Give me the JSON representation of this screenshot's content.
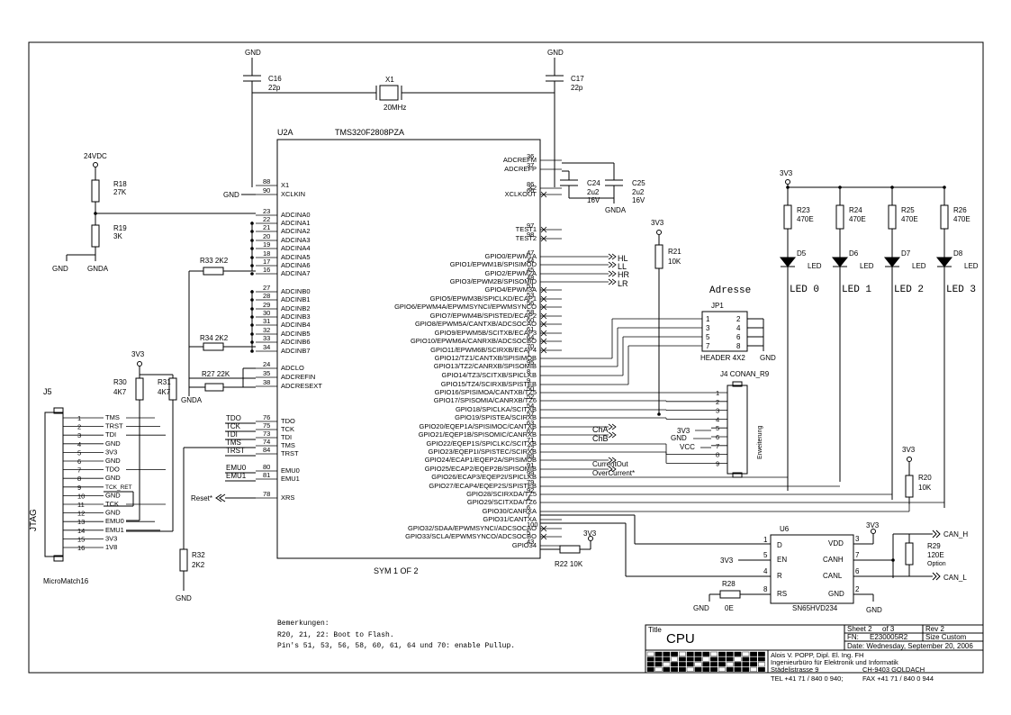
{
  "chip": {
    "ref": "U2A",
    "part": "TMS320F2808PZA",
    "sym": "SYM 1 OF 2",
    "left_pins": [
      {
        "num": "88",
        "name": "X1"
      },
      {
        "num": "90",
        "name": "XCLKIN"
      },
      {
        "num": "23",
        "name": "ADCINA0"
      },
      {
        "num": "22",
        "name": "ADCINA1"
      },
      {
        "num": "21",
        "name": "ADCINA2"
      },
      {
        "num": "20",
        "name": "ADCINA3"
      },
      {
        "num": "19",
        "name": "ADCINA4"
      },
      {
        "num": "18",
        "name": "ADCINA5"
      },
      {
        "num": "17",
        "name": "ADCINA6"
      },
      {
        "num": "16",
        "name": "ADCINA7"
      },
      {
        "num": "27",
        "name": "ADCINB0"
      },
      {
        "num": "28",
        "name": "ADCINB1"
      },
      {
        "num": "29",
        "name": "ADCINB2"
      },
      {
        "num": "30",
        "name": "ADCINB3"
      },
      {
        "num": "31",
        "name": "ADCINB4"
      },
      {
        "num": "32",
        "name": "ADCINB5"
      },
      {
        "num": "33",
        "name": "ADCINB6"
      },
      {
        "num": "34",
        "name": "ADCINB7"
      },
      {
        "num": "24",
        "name": "ADCLO"
      },
      {
        "num": "35",
        "name": "ADCREFIN"
      },
      {
        "num": "38",
        "name": "ADCRESEXT"
      },
      {
        "num": "76",
        "name": "TDO"
      },
      {
        "num": "75",
        "name": "TCK"
      },
      {
        "num": "73",
        "name": "TDI"
      },
      {
        "num": "74",
        "name": "TMS"
      },
      {
        "num": "84",
        "name": "TRST"
      },
      {
        "num": "80",
        "name": "EMU0"
      },
      {
        "num": "81",
        "name": "EMU1"
      },
      {
        "num": "78",
        "name": "XRS"
      }
    ],
    "right_pins": [
      {
        "num": "36",
        "name": "ADCREFM"
      },
      {
        "num": "37",
        "name": "ADCREFP"
      },
      {
        "num": "86",
        "name": "X2"
      },
      {
        "num": "66",
        "name": "XCLKOUT"
      },
      {
        "num": "97",
        "name": "TEST1"
      },
      {
        "num": "98",
        "name": "TEST2"
      },
      {
        "num": "47",
        "name": "GPIO0/EPWM1A"
      },
      {
        "num": "44",
        "name": "GPIO1/EPWM1B/SPISIMOD"
      },
      {
        "num": "45",
        "name": "GPIO2/EPWM2A"
      },
      {
        "num": "48",
        "name": "GPIO3/EPWM2B/SPISOMID"
      },
      {
        "num": "51",
        "name": "GPIO4/EPWM3A"
      },
      {
        "num": "53",
        "name": "GPIO5/EPWM3B/SPICLKD/ECAP1"
      },
      {
        "num": "56",
        "name": "GPIO6/EPWM4A/EPWMSYNCI/EPWMSYNCO"
      },
      {
        "num": "58",
        "name": "GPIO7/EPWM4B/SPISTED/ECAP2"
      },
      {
        "num": "60",
        "name": "GPIO8/EPWM5A/CANTXB/ADCSOCAO"
      },
      {
        "num": "61",
        "name": "GPIO9/EPWM5B/SCITXB/ECAP3"
      },
      {
        "num": "64",
        "name": "GPIO10/EPWM6A/CANRXB/ADCSOCBO"
      },
      {
        "num": "70",
        "name": "GPIO11/EPWM6B/SCIRXB/ECAP4"
      },
      {
        "num": "1",
        "name": "GPIO12/TZ1/CANTXB/SPISIMOB"
      },
      {
        "num": "95",
        "name": "GPIO13/TZ2/CANRXB/SPISOMIB"
      },
      {
        "num": "8",
        "name": "GPIO14/TZ3/SCITXB/SPICLKB"
      },
      {
        "num": "9",
        "name": "GPIO15/TZ4/SCIRXB/SPISTEB"
      },
      {
        "num": "50",
        "name": "GPIO16/SPISIMOA/CANTXB/TZ5"
      },
      {
        "num": "52",
        "name": "GPIO17/SPISOMIA/CANRXB/TZ6"
      },
      {
        "num": "54",
        "name": "GPIO18/SPICLKA/SCITXB"
      },
      {
        "num": "57",
        "name": "GPIO19/SPISTEA/SCIRXB"
      },
      {
        "num": "63",
        "name": "GPIO20/EQEP1A/SPISIMOC/CANTXB"
      },
      {
        "num": "67",
        "name": "GPIO21/EQEP1B/SPISOMIC/CANRXB"
      },
      {
        "num": "71",
        "name": "GPIO22/EQEP1S/SPICLKC/SCITXB"
      },
      {
        "num": "72",
        "name": "GPIO23/EQEP1I/SPISTEC/SCIRXB"
      },
      {
        "num": "89",
        "name": "GPIO24/ECAP1/EQEP2A/SPISIMOB"
      },
      {
        "num": "91",
        "name": "GPIO25/ECAP2/EQEP2B/SPISOMIB"
      },
      {
        "num": "99",
        "name": "GPIO26/ECAP3/EQEP2I/SPICLKB"
      },
      {
        "num": "79",
        "name": "GPIO27/ECAP4/EQEP2S/SPISTEB"
      },
      {
        "num": "92",
        "name": "GPIO28/SCIRXDA/TZ5"
      },
      {
        "num": "4",
        "name": "GPIO29/SCITXDA/TZ6"
      },
      {
        "num": "6",
        "name": "GPIO30/CANRXA"
      },
      {
        "num": "7",
        "name": "GPIO31/CANTXA"
      },
      {
        "num": "100",
        "name": "GPIO32/SDAA/EPWMSYNCI/ADCSOCAO"
      },
      {
        "num": "5",
        "name": "GPIO33/SCLA/EPWMSYNCO/ADCSOCBO"
      },
      {
        "num": "43",
        "name": "GPIO34"
      }
    ]
  },
  "crystal": {
    "ref": "X1",
    "value": "20MHz"
  },
  "caps": {
    "c16": {
      "ref": "C16",
      "value": "22p"
    },
    "c17": {
      "ref": "C17",
      "value": "22p"
    },
    "c24": {
      "ref": "C24",
      "value": "2u2",
      "volt": "16V"
    },
    "c25": {
      "ref": "C25",
      "value": "2u2",
      "volt": "16V"
    }
  },
  "resistors": {
    "r18": {
      "ref": "R18",
      "value": "27K"
    },
    "r19": {
      "ref": "R19",
      "value": "3K"
    },
    "r33": {
      "ref": "R33",
      "value": "2K2"
    },
    "r34": {
      "ref": "R34",
      "value": "2K2"
    },
    "r27": {
      "ref": "R27",
      "value": "22K"
    },
    "r30": {
      "ref": "R30",
      "value": "4K7"
    },
    "r31": {
      "ref": "R31",
      "value": "4K7"
    },
    "r32": {
      "ref": "R32",
      "value": "2K2"
    },
    "r21": {
      "ref": "R21",
      "value": "10K"
    },
    "r22": {
      "ref": "R22",
      "value": "10K"
    },
    "r20": {
      "ref": "R20",
      "value": "10K"
    },
    "r23": {
      "ref": "R23",
      "value": "470E"
    },
    "r24": {
      "ref": "R24",
      "value": "470E"
    },
    "r25": {
      "ref": "R25",
      "value": "470E"
    },
    "r26": {
      "ref": "R26",
      "value": "470E"
    },
    "r28": {
      "ref": "R28",
      "value": "0E"
    },
    "r29": {
      "ref": "R29",
      "value": "120E",
      "note": "Option"
    }
  },
  "labels": {
    "gnd": "GND",
    "gnda": "GNDA",
    "v33": "3V3",
    "v24": "24VDC",
    "reset": "Reset*",
    "hl": "HL",
    "ll": "LL",
    "hr": "HR",
    "lr": "LR",
    "cha": "ChA",
    "chb": "ChB",
    "currentout": "CurrentOut",
    "overcurrent": "OverCurrent*",
    "can_h": "CAN_H",
    "can_l": "CAN_L",
    "vcc": "VCC",
    "erweiterung": "Erweiterung",
    "adresse": "Adresse"
  },
  "leds": [
    {
      "ref": "D5",
      "type": "LED",
      "label": "LED 0"
    },
    {
      "ref": "D6",
      "type": "LED",
      "label": "LED 1"
    },
    {
      "ref": "D7",
      "type": "LED",
      "label": "LED 2"
    },
    {
      "ref": "D8",
      "type": "LED",
      "label": "LED 3"
    }
  ],
  "jp1": {
    "ref": "JP1",
    "value": "HEADER 4X2",
    "left": [
      "1",
      "3",
      "5",
      "7"
    ],
    "right": [
      "2",
      "4",
      "6",
      "8"
    ]
  },
  "j4": {
    "ref": "J4",
    "value": "CONAN_R9",
    "pins": [
      "1",
      "2",
      "3",
      "4",
      "5",
      "6",
      "7",
      "8",
      "9"
    ]
  },
  "j5": {
    "ref": "J5",
    "value": "MicroMatch16",
    "side": "JTAG",
    "pins": [
      {
        "num": "1",
        "sig": "TMS"
      },
      {
        "num": "2",
        "sig": "TRST"
      },
      {
        "num": "3",
        "sig": "TDI"
      },
      {
        "num": "4",
        "sig": "GND"
      },
      {
        "num": "5",
        "sig": "3V3"
      },
      {
        "num": "6",
        "sig": "GND"
      },
      {
        "num": "7",
        "sig": "TDO"
      },
      {
        "num": "8",
        "sig": "GND"
      },
      {
        "num": "9",
        "sig": "TCK_RET"
      },
      {
        "num": "10",
        "sig": "GND"
      },
      {
        "num": "11",
        "sig": "TCK"
      },
      {
        "num": "12",
        "sig": "GND"
      },
      {
        "num": "13",
        "sig": "EMU0"
      },
      {
        "num": "14",
        "sig": "EMU1"
      },
      {
        "num": "15",
        "sig": "3V3"
      },
      {
        "num": "16",
        "sig": "1V8"
      }
    ]
  },
  "u6": {
    "ref": "U6",
    "part": "SN65HVD234",
    "left": [
      {
        "num": "1",
        "name": "D"
      },
      {
        "num": "5",
        "name": "EN"
      },
      {
        "num": "4",
        "name": "R"
      },
      {
        "num": "8",
        "name": "RS"
      }
    ],
    "right": [
      {
        "num": "3",
        "name": "VDD"
      },
      {
        "num": "7",
        "name": "CANH"
      },
      {
        "num": "6",
        "name": "CANL"
      },
      {
        "num": "2",
        "name": "GND"
      }
    ]
  },
  "notes": {
    "title": "Bemerkungen:",
    "line1": "R20, 21, 22: Boot to Flash.",
    "line2": "Pin's 51, 53, 56, 58, 60, 61, 64 und 70: enable Pullup."
  },
  "titleblock": {
    "title_label": "Title",
    "title": "CPU",
    "sheet": "Sheet 2",
    "of": "of 3",
    "rev": "Rev 2",
    "fn": "FN:",
    "fn_value": "E230005R2",
    "size": "Size Custom",
    "date": "Date: Wednesday, September 20, 2006",
    "company1": "Alois V. POPP, Dipl. El. Ing. FH",
    "company2": "Ingenieurbüro für Elektronik und Informatik",
    "street": "Städelistrasse 9",
    "city": "CH-9403 GOLDACH",
    "tel": "TEL +41 71 / 840 0 940;",
    "fax": "FAX +41 71 / 840 0 944"
  }
}
